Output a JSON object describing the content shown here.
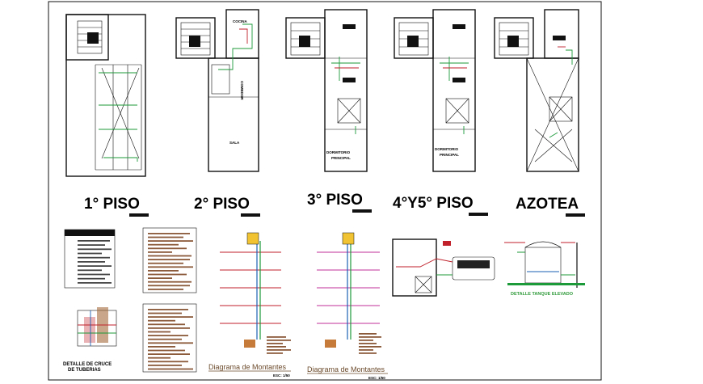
{
  "floors": [
    {
      "label": "1° PISO"
    },
    {
      "label": "2° PISO"
    },
    {
      "label": "3° PISO"
    },
    {
      "label": "4°Y5° PISO"
    },
    {
      "label": "AZOTEA"
    }
  ],
  "rooms": {
    "comedor": "COMEDOR",
    "sala": "SALA",
    "dormitorio1": "DORMITORIO",
    "dormitorio2": "PRINCIPAL",
    "cocina": "COCINA"
  },
  "diagram_titles": {
    "montantes_a": "Diagrama de Montantes",
    "montantes_b": "Diagrama de Montantes",
    "scale_a": "ESC: 1/50",
    "scale_b": "ESC: 1/50"
  },
  "details": {
    "cruce_line1": "DETALLE DE CRUCE",
    "cruce_line2": "DE TUBERIAS",
    "tanque": "DETALLE TANQUE ELEVADO"
  },
  "colors": {
    "water": "#1c9a3a",
    "hot": "#c0212b",
    "riser": "#c0309a",
    "text_brown": "#6b4a2b"
  }
}
